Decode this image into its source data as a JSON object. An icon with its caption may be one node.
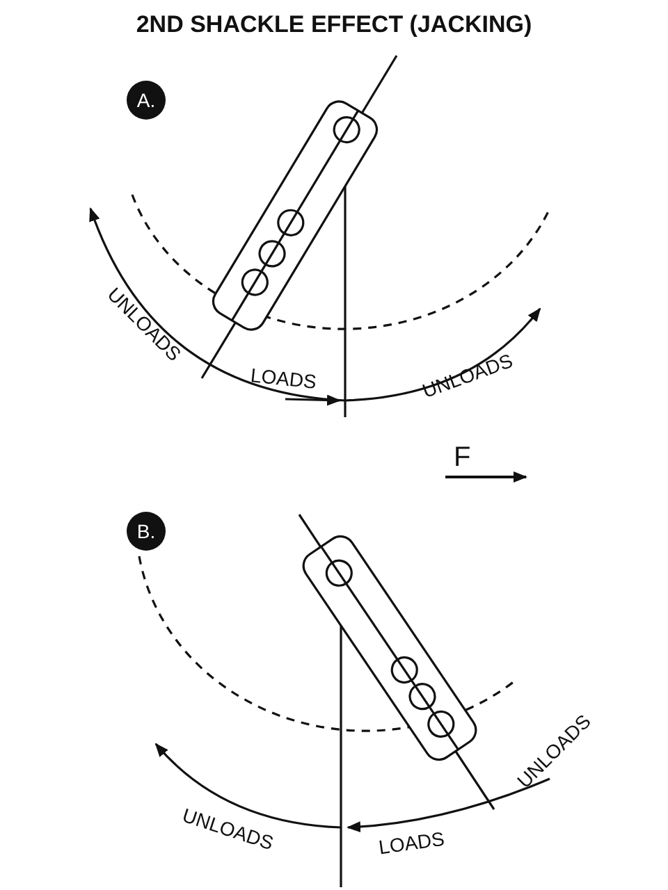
{
  "diagram": {
    "title": "2ND SHACKLE EFFECT (JACKING)",
    "labels": [
      "A.",
      "UNLOADS",
      "LOADS",
      "UNLOADS",
      "F",
      "B.",
      "UNLOADS",
      "LOADS",
      "UNLOADS"
    ]
  }
}
